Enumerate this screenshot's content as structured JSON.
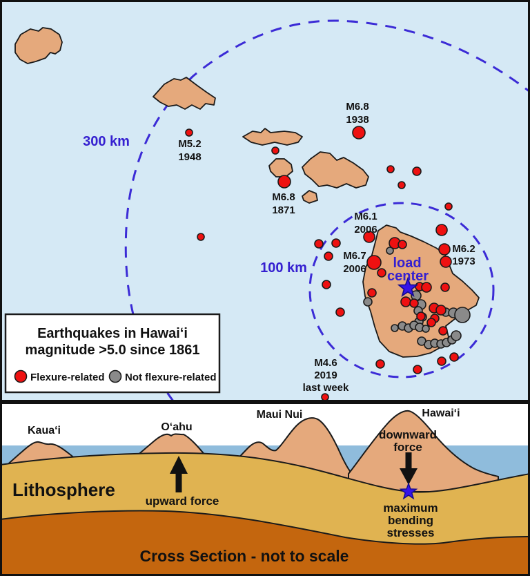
{
  "colors": {
    "ocean": "#d5e9f5",
    "island": "#e5a97c",
    "ring_blue": "#3b2bd6",
    "blue_label": "#3520d0",
    "star_blue": "#3513e8",
    "sky": "#ffffff",
    "sea": "#8fbcdc",
    "lithosphere": "#e0b351",
    "asthenosphere": "#c4660e"
  },
  "map": {
    "ring_labels": {
      "outer": "300 km",
      "inner": "100 km"
    },
    "load_center": {
      "line1": "load",
      "line2": "center"
    },
    "annotations": {
      "m52_1948": {
        "line1": "M5.2",
        "line2": "1948"
      },
      "m68_1938": {
        "line1": "M6.8",
        "line2": "1938"
      },
      "m68_1871": {
        "line1": "M6.8",
        "line2": "1871"
      },
      "m61_2006": {
        "line1": "M6.1",
        "line2": "2006"
      },
      "m67_2006": {
        "line1": "M6.7",
        "line2": "2006"
      },
      "m62_1973": {
        "line1": "M6.2",
        "line2": "1973"
      },
      "m46_2019": {
        "line1": "M4.6",
        "line2": "2019",
        "line3": "last week"
      }
    },
    "legend": {
      "title_line1": "Earthquakes in Hawaiʻi",
      "title_line2": "magnitude >5.0 since 1861",
      "items": [
        {
          "label": "Flexure-related",
          "color": "#ee1111"
        },
        {
          "label": "Not flexure-related",
          "color": "#8a8a8a"
        }
      ]
    },
    "earthquakes": {
      "flexure_related": [
        [
          274,
          192,
          5
        ],
        [
          520,
          192,
          9
        ],
        [
          399,
          218,
          5
        ],
        [
          412,
          263,
          9
        ],
        [
          566,
          245,
          5
        ],
        [
          604,
          248,
          6
        ],
        [
          582,
          268,
          5
        ],
        [
          650,
          299,
          5
        ],
        [
          640,
          333,
          8
        ],
        [
          644,
          361,
          8
        ],
        [
          646,
          379,
          8
        ],
        [
          535,
          343,
          8
        ],
        [
          291,
          343,
          5
        ],
        [
          462,
          353,
          6
        ],
        [
          487,
          352,
          6
        ],
        [
          476,
          371,
          6
        ],
        [
          473,
          412,
          6
        ],
        [
          493,
          452,
          6
        ],
        [
          542,
          380,
          10
        ],
        [
          553,
          395,
          6
        ],
        [
          539,
          424,
          6
        ],
        [
          572,
          352,
          8
        ],
        [
          583,
          354,
          6
        ],
        [
          608,
          415,
          6
        ],
        [
          618,
          416,
          7
        ],
        [
          645,
          416,
          6
        ],
        [
          588,
          437,
          7
        ],
        [
          600,
          439,
          6
        ],
        [
          629,
          446,
          7
        ],
        [
          639,
          449,
          7
        ],
        [
          610,
          458,
          6
        ],
        [
          630,
          461,
          6
        ],
        [
          625,
          467,
          6
        ],
        [
          642,
          479,
          6
        ],
        [
          658,
          517,
          6
        ],
        [
          640,
          523,
          6
        ],
        [
          551,
          527,
          6
        ],
        [
          605,
          535,
          6
        ],
        [
          471,
          575,
          5
        ]
      ],
      "not_flexure_related": [
        [
          565,
          363,
          5
        ],
        [
          533,
          437,
          6
        ],
        [
          603,
          428,
          7
        ],
        [
          610,
          441,
          7
        ],
        [
          606,
          450,
          6
        ],
        [
          612,
          459,
          6
        ],
        [
          607,
          466,
          6
        ],
        [
          646,
          452,
          6
        ],
        [
          657,
          453,
          7
        ],
        [
          670,
          456,
          11
        ],
        [
          572,
          475,
          5
        ],
        [
          583,
          472,
          6
        ],
        [
          592,
          475,
          6
        ],
        [
          600,
          471,
          6
        ],
        [
          608,
          474,
          6
        ],
        [
          617,
          476,
          5
        ],
        [
          611,
          494,
          6
        ],
        [
          621,
          499,
          6
        ],
        [
          630,
          497,
          6
        ],
        [
          639,
          498,
          6
        ],
        [
          647,
          496,
          6
        ],
        [
          655,
          492,
          6
        ],
        [
          661,
          486,
          7
        ]
      ]
    }
  },
  "cross_section": {
    "island_labels": {
      "kauai": "Kauaʻi",
      "oahu": "Oʻahu",
      "maui_nui": "Maui Nui",
      "hawaii": "Hawaiʻi"
    },
    "lithosphere_label": "Lithosphere",
    "upward_force_label": "upward force",
    "downward_force": {
      "line1": "downward",
      "line2": "force"
    },
    "max_bending": {
      "line1": "maximum",
      "line2": "bending",
      "line3": "stresses"
    },
    "caption": "Cross Section - not to scale"
  }
}
